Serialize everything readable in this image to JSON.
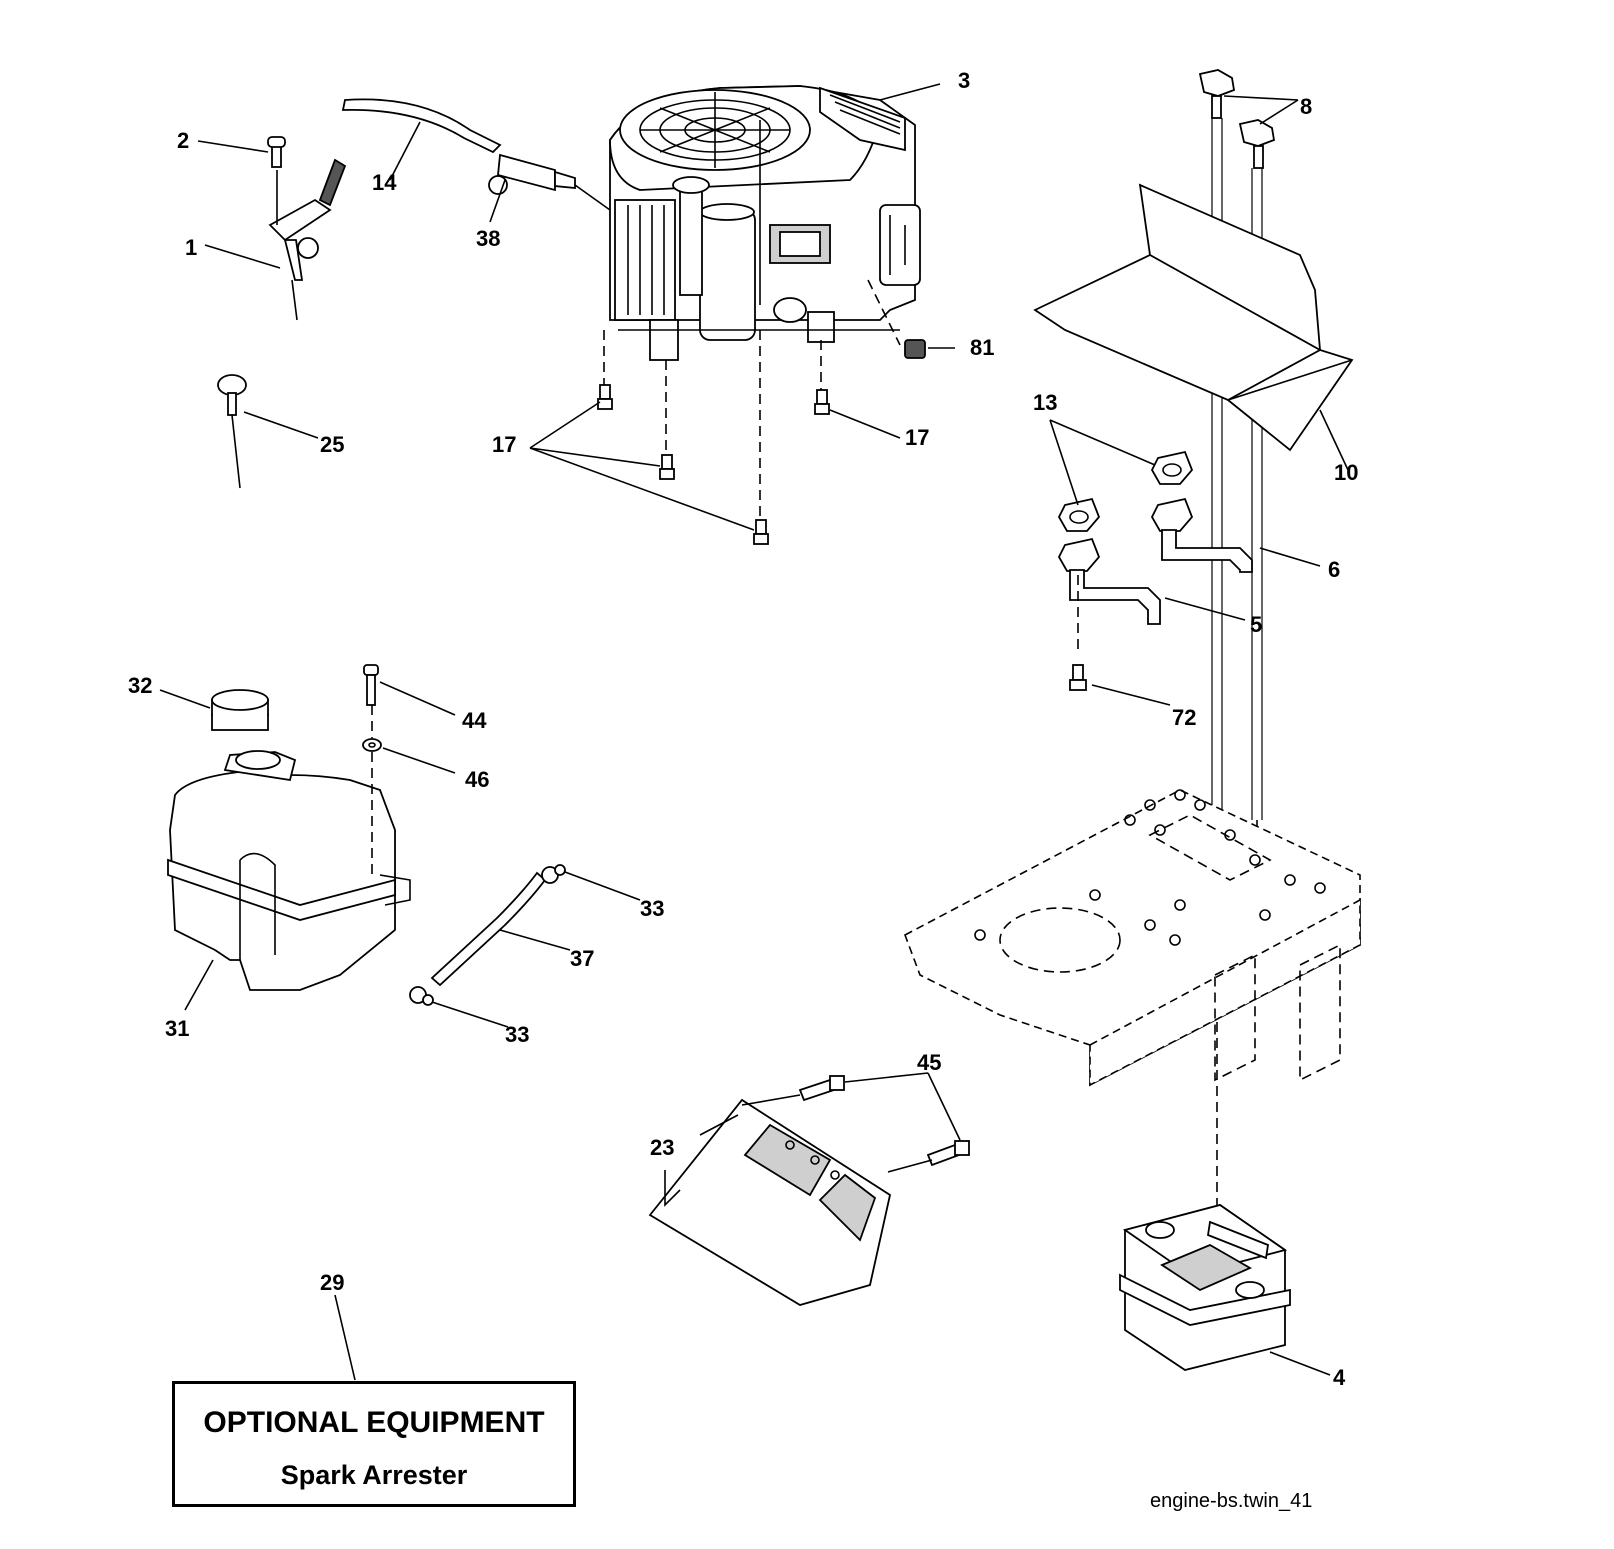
{
  "diagram": {
    "labels": {
      "l1": "1",
      "l2": "2",
      "l3": "3",
      "l4": "4",
      "l5": "5",
      "l6": "6",
      "l8": "8",
      "l10": "10",
      "l13": "13",
      "l14": "14",
      "l17a": "17",
      "l17b": "17",
      "l23": "23",
      "l25": "25",
      "l29": "29",
      "l31": "31",
      "l32": "32",
      "l33a": "33",
      "l33b": "33",
      "l37": "37",
      "l38": "38",
      "l44": "44",
      "l45": "45",
      "l46": "46",
      "l72": "72",
      "l81": "81"
    },
    "optional_box": {
      "title": "OPTIONAL EQUIPMENT",
      "subtitle": "Spark Arrester"
    },
    "file_caption": "engine-bs.twin_41"
  }
}
